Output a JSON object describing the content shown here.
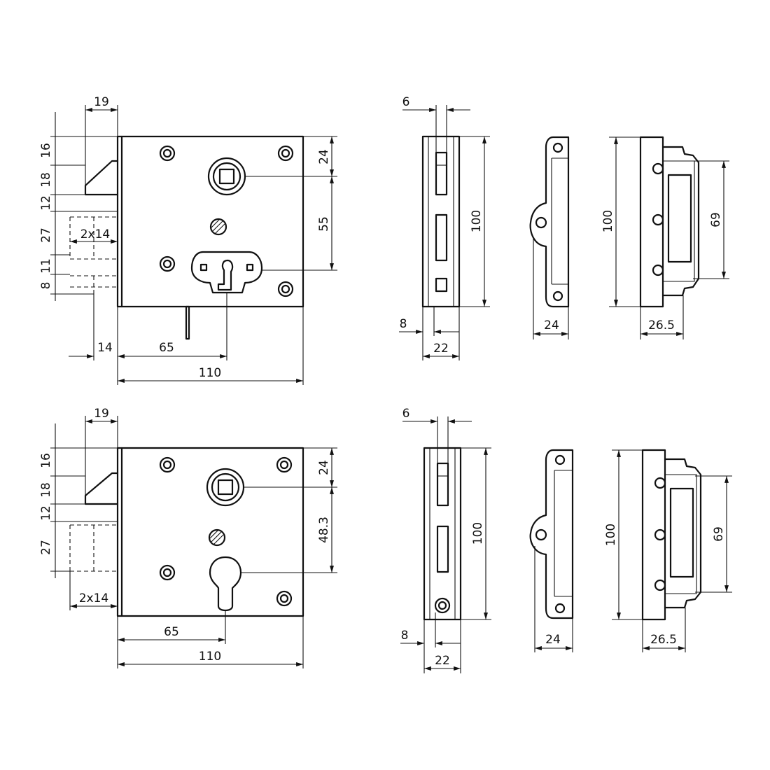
{
  "top_lock": {
    "bolt_width": "19",
    "h16": "16",
    "h18": "18",
    "h12": "12",
    "h27": "27",
    "h11": "11",
    "h8": "8",
    "slots": "2x14",
    "right_24": "24",
    "right_55": "55",
    "bottom_14": "14",
    "backset": "65",
    "width": "110"
  },
  "top_faceplate": {
    "top_6": "6",
    "height": "100",
    "bottom_8": "8",
    "width": "22"
  },
  "top_keep_side": {
    "width": "24"
  },
  "top_keep_front": {
    "height": "100",
    "opening": "69",
    "width": "26.5"
  },
  "bottom_lock": {
    "bolt_width": "19",
    "h16": "16",
    "h18": "18",
    "h12": "12",
    "h27": "27",
    "slots": "2x14",
    "right_24": "24",
    "right_48": "48.3",
    "backset": "65",
    "width": "110"
  },
  "bottom_faceplate": {
    "top_6": "6",
    "height": "100",
    "bottom_8": "8",
    "width": "22"
  },
  "bottom_keep_side": {
    "width": "24"
  },
  "bottom_keep_front": {
    "height": "100",
    "opening": "69",
    "width": "26.5"
  }
}
